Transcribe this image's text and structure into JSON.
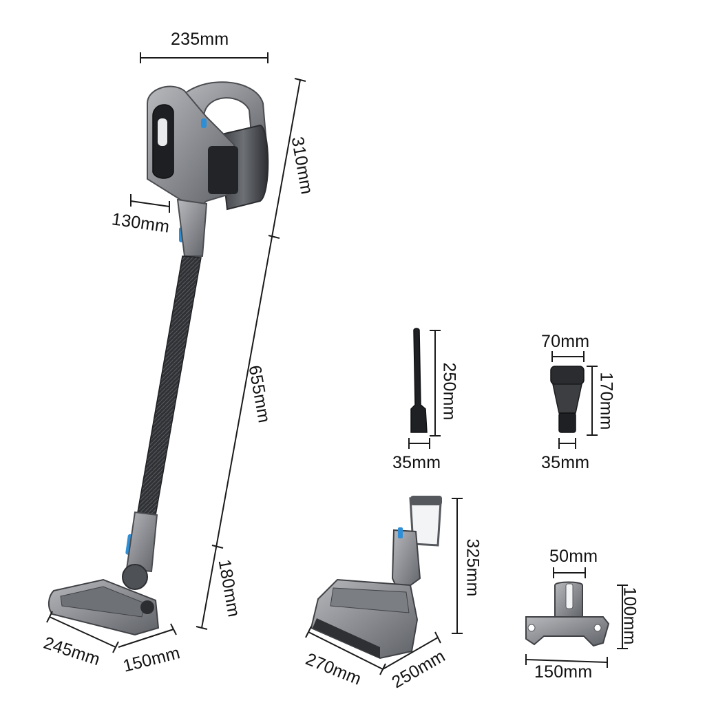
{
  "colors": {
    "line": "#1a1a1a",
    "body_grey": "#8c8e93",
    "body_dark": "#55585d",
    "accent_blue": "#2f8fd6",
    "tube_dark": "#2e3034"
  },
  "main_unit": {
    "handle_width": "235mm",
    "grip_depth": "130mm",
    "body_height": "310mm",
    "tube_length": "655mm",
    "floor_head_height": "180mm",
    "floor_head_width": "245mm",
    "floor_head_depth": "150mm"
  },
  "crevice_tool": {
    "length": "250mm",
    "diameter": "35mm"
  },
  "brush_tool": {
    "width": "70mm",
    "length": "170mm",
    "diameter": "35mm"
  },
  "mop_head": {
    "height": "325mm",
    "width": "270mm",
    "depth": "250mm"
  },
  "wall_mount": {
    "slot_width": "50mm",
    "height": "100mm",
    "width": "150mm"
  }
}
